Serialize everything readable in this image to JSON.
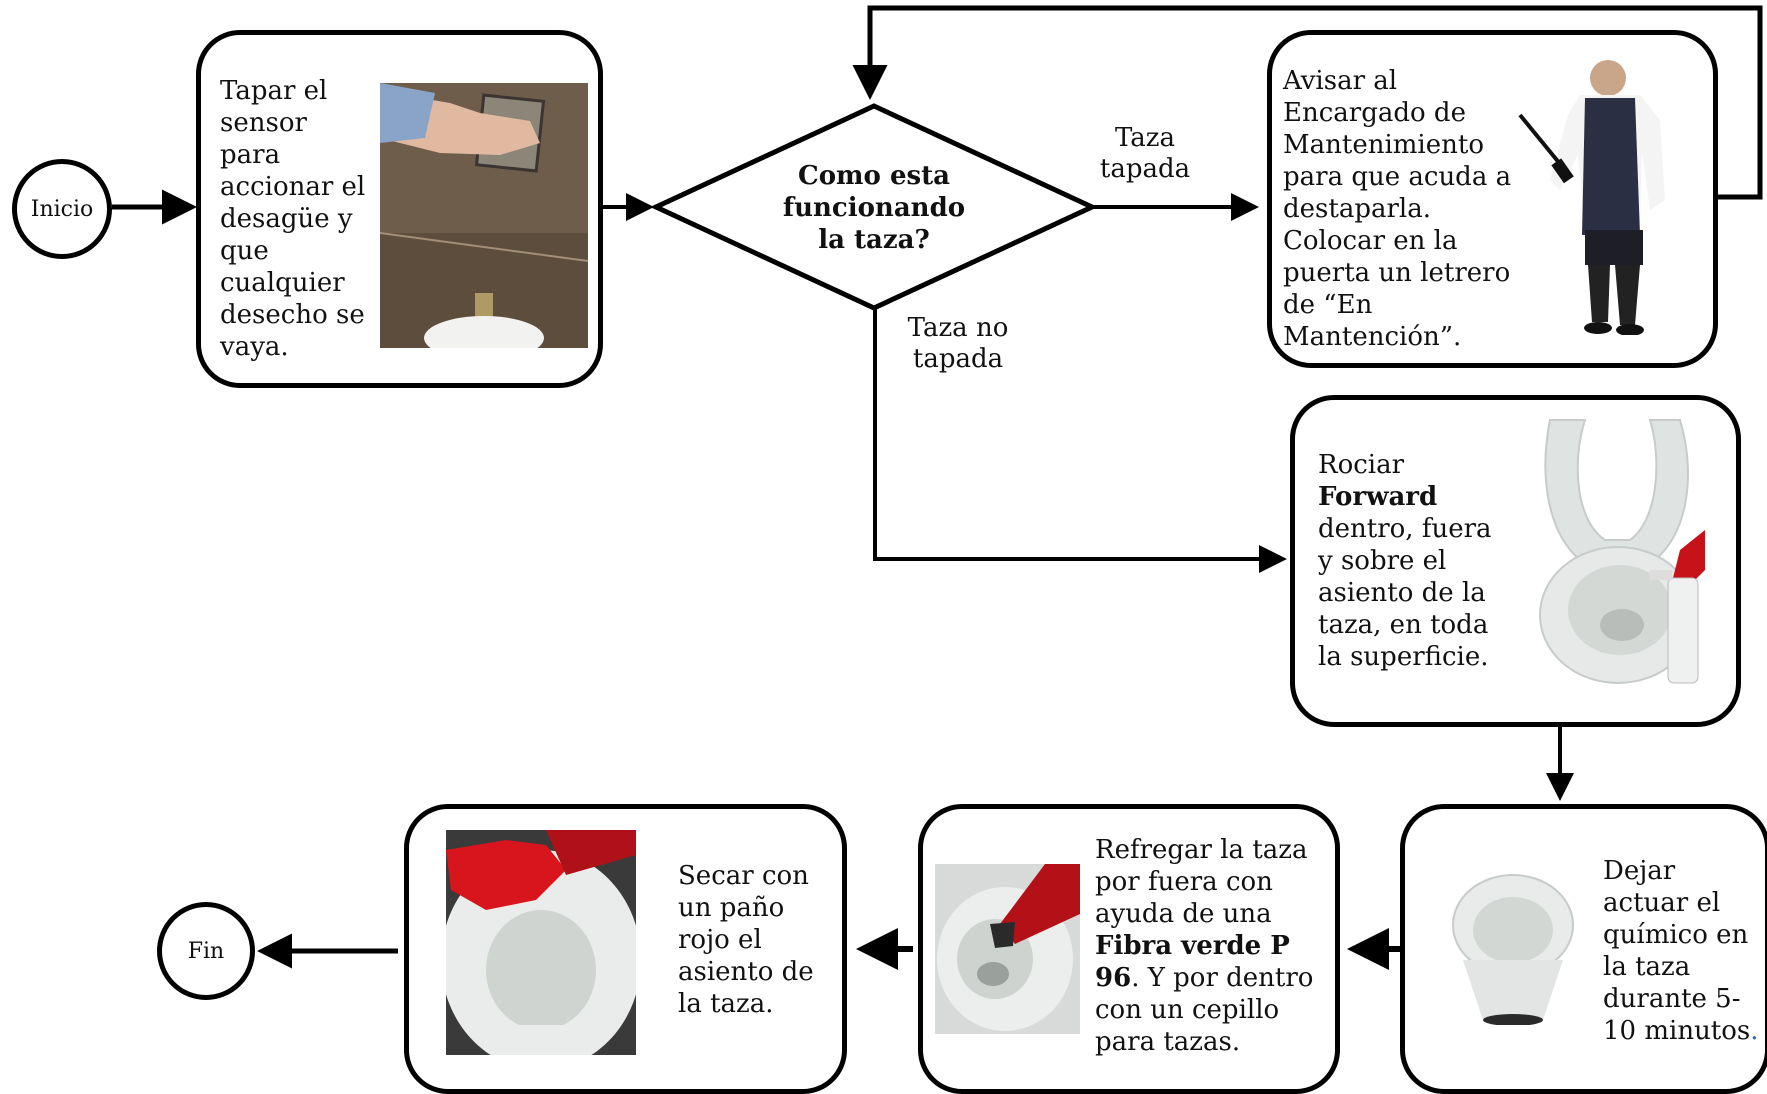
{
  "start_label": "Inicio",
  "end_label": "Fin",
  "decision": {
    "question": "Como esta funcionando la taza?",
    "branch_yes": "Taza tapada",
    "branch_no": "Taza no tapada"
  },
  "steps": {
    "sensor": "Tapar el sensor para accionar el desagüe y que cualquier desecho se vaya.",
    "maintenance": "Avisar al Encargado de Mantenimiento para que acuda a destaparla. Colocar en la puerta un letrero de “En Mantención”.",
    "spray_prefix": "Rociar",
    "spray_product": "Forward",
    "spray_suffix": "dentro, fuera y sobre el asiento de la taza, en toda la superficie.",
    "wait_main": "Dejar actuar el químico en la taza durante 5-10 minutos",
    "wait_dot": ".",
    "scrub_prefix": "Refregar la taza por fuera con ayuda de una",
    "scrub_product": "Fibra verde P 96",
    "scrub_suffix": ". Y por dentro con un cepillo para tazas.",
    "dry": "Secar con un paño rojo el asiento de la taza."
  },
  "colors": {
    "line": "#000000",
    "accent_dot": "#1a6bd6",
    "glove": "#c8121a",
    "porcelain": "#e9ebea",
    "wall": "#6b5a48"
  }
}
